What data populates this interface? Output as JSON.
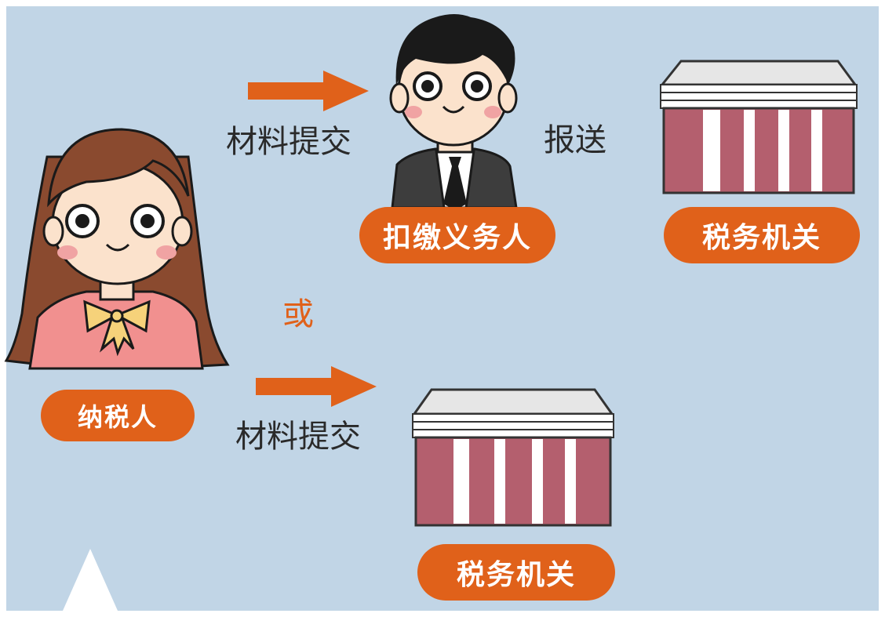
{
  "colors": {
    "background": "#c1d5e6",
    "accent": "#e0611a",
    "building_red": "#b45f6e"
  },
  "nodes": {
    "taxpayer": "纳税人",
    "withholding_agent": "扣缴义务人",
    "tax_authority_top": "税务机关",
    "tax_authority_bottom": "税务机关"
  },
  "edges": {
    "submit_top": "材料提交",
    "report": "报送",
    "or": "或",
    "submit_bottom": "材料提交"
  },
  "icons": [
    "female-taxpayer-icon",
    "male-agent-icon",
    "tax-office-building-icon",
    "arrow-right-icon"
  ]
}
